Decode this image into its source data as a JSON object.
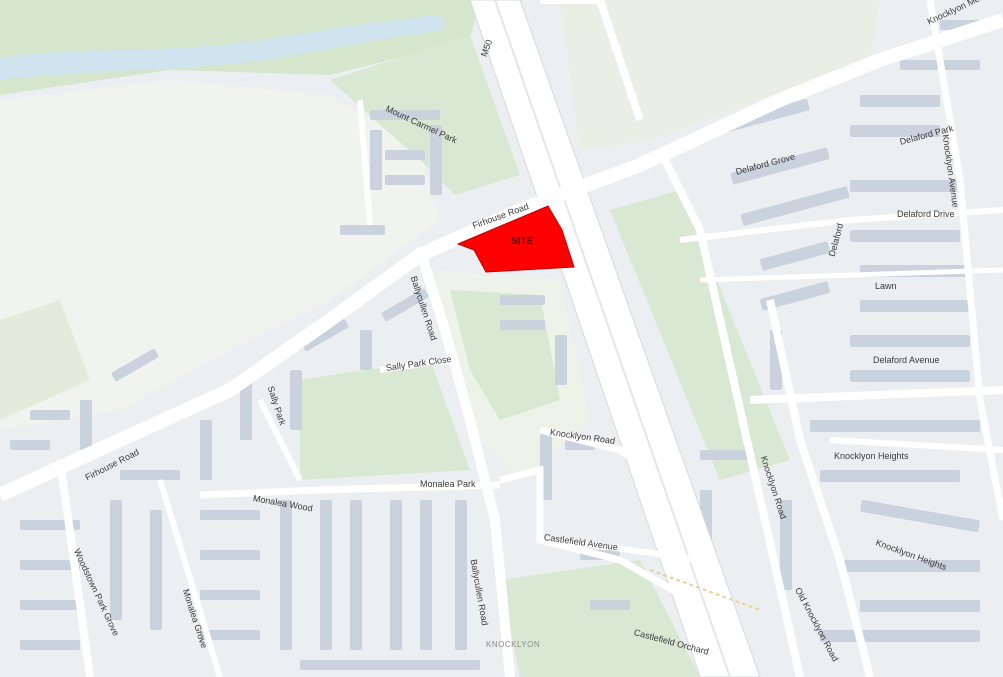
{
  "map": {
    "site_label": "SITE",
    "site_color": "#ff0000",
    "area_name": "KNOCKLYON",
    "roads": {
      "m50": "M50",
      "firhouse_road_upper": "Firhouse Road",
      "firhouse_road_lower": "Firhouse Road",
      "ballycullen_road": "Ballycullen Road",
      "sally_park_close": "Sally Park Close",
      "sally_park": "Sally Park",
      "monalea_wood": "Monalea Wood",
      "monalea_park": "Monalea Park",
      "monalea_grove": "Monalea Grove",
      "woodstown_park_grove": "Woodstown Park Grove",
      "ballycullen_road_lower": "Ballycullen Road",
      "knocklyon_road": "Knocklyon Road",
      "castlefield_avenue": "Castlefield Avenue",
      "castlefield_orchard": "Castlefield Orchard",
      "knocklyon_road_east": "Knocklyon Road",
      "knocklyon_heights_1": "Knocklyon Heights",
      "knocklyon_heights_2": "Knocklyon Heights",
      "old_knocklyon_road": "Old Knocklyon Road",
      "mount_carmel_park": "Mount Carmel Park",
      "delaford_park": "Delaford Park",
      "delaford_grove": "Delaford Grove",
      "delaford_drive": "Delaford Drive",
      "delaford_label": "Delaford",
      "lawn": "Lawn",
      "delaford_avenue": "Delaford Avenue",
      "knocklyon_avenue": "Knocklyon Avenue",
      "knocklyon_mews": "Knocklyon Mews"
    },
    "colors": {
      "background": "#eceff1",
      "park": "#d9e8d2",
      "open_space": "#eef2ea",
      "water": "#cfe4ef",
      "road": "#ffffff",
      "building": "#c9d2dd"
    }
  }
}
